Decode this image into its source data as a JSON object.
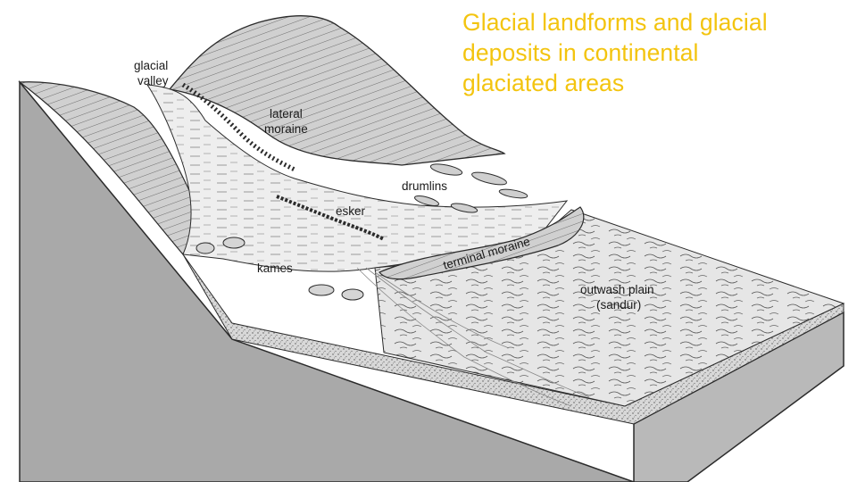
{
  "title": {
    "lines": [
      "Glacial landforms and glacial",
      "deposits in continental",
      "glaciated areas"
    ]
  },
  "labels": {
    "glacial_valley": [
      "glacial",
      "valley"
    ],
    "lateral_moraine": [
      "lateral",
      "moraine"
    ],
    "drumlins": "drumlins",
    "esker": "esker",
    "kames": "kames",
    "terminal_moraine": "terminal moraine",
    "outwash_plain": [
      "outwash plain",
      "(sandur)"
    ]
  },
  "colors": {
    "title": "#f3c40f",
    "block_side": "#a7a7a7",
    "block_front": "#b9b9b9",
    "mountain": "#d3d3d3",
    "valley_floor": "#ececec",
    "plain": "#e4e4e4",
    "line": "#2b2b2b"
  }
}
